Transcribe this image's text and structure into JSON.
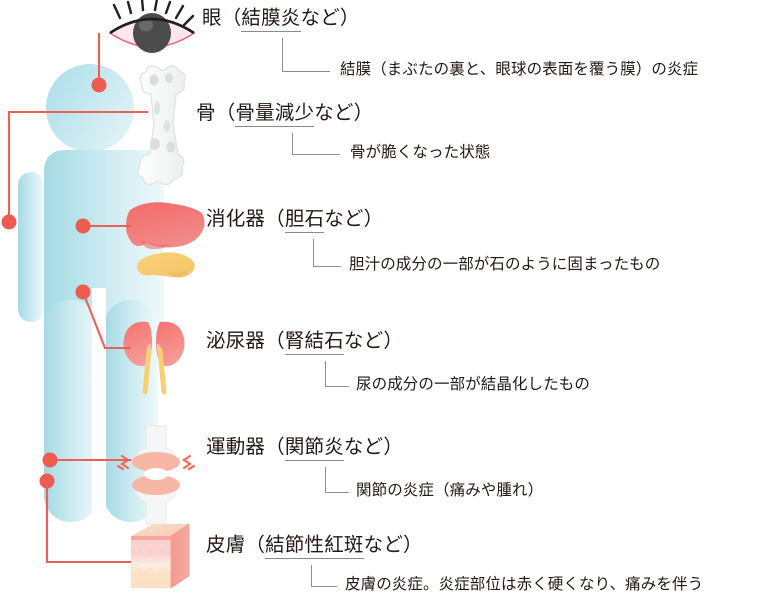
{
  "diagram": {
    "title_alt": "全身の合併症（臓器別）イラスト",
    "body_silhouette": {
      "name": "人体シルエット",
      "color_top": "#a9dce6",
      "color_bottom": "#e7f6f8"
    },
    "colors": {
      "connector": "#ee6055",
      "connector_dot": "#ee5b50",
      "rule": "#8e8e8e",
      "text": "#231815",
      "organ_red": "#f4736f",
      "organ_pink": "#f2a0a0",
      "organ_yellow": "#f6cf7a",
      "bone_white": "#f4f4f4",
      "skin_pink": "#f7c9c2",
      "body_blue": "#b7e1e9"
    }
  },
  "rows": [
    {
      "id": "eye",
      "icon_name": "eye-illustration",
      "title_prefix": "眼（",
      "title_term": "結膜炎",
      "title_suffix": "など）",
      "description": "結膜（まぶたの裏と、眼球の表面を覆う膜）の炎症"
    },
    {
      "id": "bone",
      "icon_name": "bone-illustration",
      "title_prefix": "骨（",
      "title_term": "骨量減少",
      "title_suffix": "など）",
      "description": "骨が脆くなった状態"
    },
    {
      "id": "digestive",
      "icon_name": "liver-pancreas-illustration",
      "title_prefix": "消化器（",
      "title_term": "胆石",
      "title_suffix": "など）",
      "description": "胆汁の成分の一部が石のように固まったもの"
    },
    {
      "id": "urinary",
      "icon_name": "kidneys-illustration",
      "title_prefix": "泌尿器（",
      "title_term": "腎結石",
      "title_suffix": "など）",
      "description": "尿の成分の一部が結晶化したもの"
    },
    {
      "id": "locomotor",
      "icon_name": "knee-joint-illustration",
      "title_prefix": "運動器（",
      "title_term": "関節炎",
      "title_suffix": "など）",
      "description": "関節の炎症（痛みや腫れ）"
    },
    {
      "id": "skin",
      "icon_name": "skin-block-illustration",
      "title_prefix": "皮膚（",
      "title_term": "結節性紅斑",
      "title_suffix": "など）",
      "description": "皮膚の炎症。炎症部位は赤く硬くなり、痛みを伴う"
    }
  ]
}
